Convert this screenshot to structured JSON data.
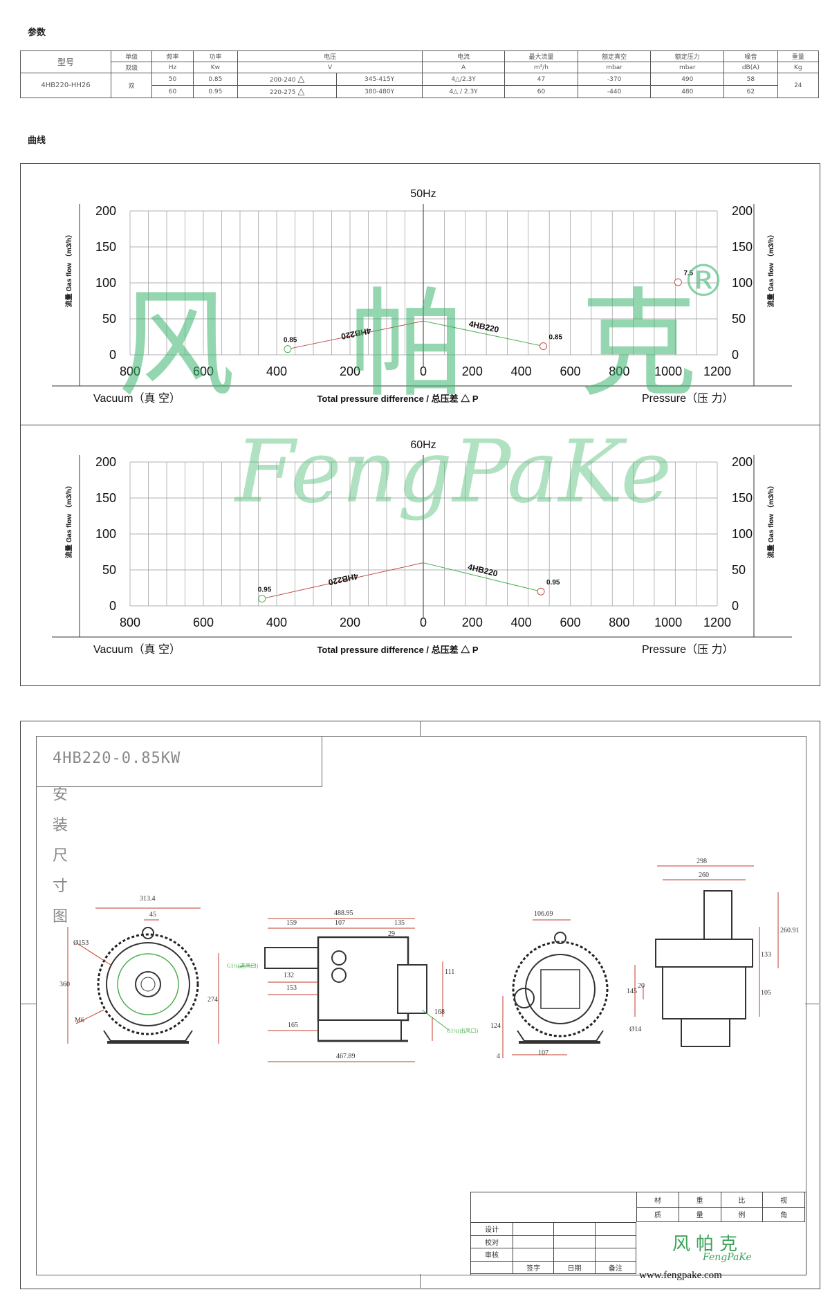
{
  "sections": {
    "params_title": "参数",
    "curve_title": "曲线"
  },
  "spec_table": {
    "model_header": "型号",
    "model": "4HB220-HH26",
    "headers": [
      "单级",
      "频率",
      "功率",
      "电压",
      "电流",
      "最大流量",
      "额定真空",
      "额定压力",
      "噪音",
      "重量"
    ],
    "units": [
      "双级",
      "Hz",
      "Kw",
      "V",
      "A",
      "m³/h",
      "mbar",
      "mbar",
      "dB(A)",
      "Kg"
    ],
    "stage": "双",
    "weight": "24",
    "rows": [
      {
        "hz": "50",
        "kw": "0.85",
        "v1": "200-240",
        "v2": "345-415Y",
        "a": "4△/2.3Y",
        "flow": "47",
        "vac": "-370",
        "press": "490",
        "noise": "58"
      },
      {
        "hz": "60",
        "kw": "0.95",
        "v1": "220-275",
        "v2": "380-480Y",
        "a": "4△ / 2.3Y",
        "flow": "60",
        "vac": "-440",
        "press": "480",
        "noise": "62"
      }
    ]
  },
  "chart_data": [
    {
      "type": "line",
      "title": "50Hz",
      "ylabel": "流量 Gas flow （m3/h）",
      "xlabel": "Total pressure difference / 总压差 △ P",
      "vacuum_label": "Vacuum（真 空）",
      "pressure_label": "Pressure（压 力）",
      "vacuum_ticks": [
        "800",
        "600",
        "400",
        "200",
        "0"
      ],
      "pressure_ticks": [
        "200",
        "400",
        "600",
        "800",
        "1000",
        "1200"
      ],
      "y_ticks": [
        "200",
        "150",
        "100",
        "50",
        "0"
      ],
      "ylim": [
        0,
        200
      ],
      "series": [
        {
          "name": "4HB220",
          "side": "vacuum",
          "color": "#c0504d",
          "points": [
            [
              370,
              8
            ],
            [
              0,
              47
            ]
          ]
        },
        {
          "name": "4HB220",
          "side": "pressure",
          "color": "#4caf50",
          "points": [
            [
              0,
              47
            ],
            [
              490,
              12
            ]
          ]
        }
      ],
      "markers": [
        {
          "side": "vacuum",
          "x": 370,
          "y": 8,
          "label": "0.85",
          "color": "#4caf50"
        },
        {
          "side": "pressure",
          "x": 490,
          "y": 12,
          "label": "0.85",
          "color": "#c0504d"
        },
        {
          "side": "pressure",
          "x": 1040,
          "y": 101,
          "label": "7.5",
          "color": "#c0504d"
        }
      ]
    },
    {
      "type": "line",
      "title": "60Hz",
      "ylabel": "流量 Gas flow （m3/h）",
      "xlabel": "Total pressure difference / 总压差 △ P",
      "vacuum_label": "Vacuum（真 空）",
      "pressure_label": "Pressure（压 力）",
      "vacuum_ticks": [
        "800",
        "600",
        "400",
        "200",
        "0"
      ],
      "pressure_ticks": [
        "200",
        "400",
        "600",
        "800",
        "1000",
        "1200"
      ],
      "y_ticks": [
        "200",
        "150",
        "100",
        "50",
        "0"
      ],
      "ylim": [
        0,
        200
      ],
      "series": [
        {
          "name": "4HB220",
          "side": "vacuum",
          "color": "#c0504d",
          "points": [
            [
              440,
              10
            ],
            [
              0,
              60
            ]
          ]
        },
        {
          "name": "4HB220",
          "side": "pressure",
          "color": "#4caf50",
          "points": [
            [
              0,
              60
            ],
            [
              480,
              20
            ]
          ]
        }
      ],
      "markers": [
        {
          "side": "vacuum",
          "x": 440,
          "y": 10,
          "label": "0.95",
          "color": "#4caf50"
        },
        {
          "side": "pressure",
          "x": 480,
          "y": 20,
          "label": "0.95",
          "color": "#c0504d"
        }
      ]
    }
  ],
  "watermark": {
    "cn": "风 帕 克",
    "en": "FengPaKe",
    "reg": "®"
  },
  "drawing": {
    "title": "4HB220-0.85KW",
    "side_label": "安装尺寸图",
    "dims": {
      "front_w": "313.4",
      "front_45": "45",
      "front_d": "Ø153",
      "front_h": "360",
      "front_274": "274",
      "front_m": "M6",
      "side_total": "488.95",
      "side_159": "159",
      "side_107": "107",
      "side_135": "135",
      "side_29": "29",
      "side_132": "132",
      "side_153": "153",
      "side_165": "165",
      "side_111": "111",
      "side_168": "168",
      "side_bottom": "467.89",
      "g_in": "G1¼(进风口)",
      "g_out": "G1¼(出风口)",
      "back_w": "106.69",
      "back_124": "124",
      "back_4": "4",
      "back_107": "107",
      "top_298": "298",
      "top_260": "260",
      "top_260_91": "260.91",
      "top_133": "133",
      "top_145": "145",
      "top_20": "20",
      "top_105": "105",
      "top_d14": "Ø14"
    },
    "title_block": {
      "r1": [
        "材",
        "重",
        "比",
        "视"
      ],
      "r2": [
        "质",
        "量",
        "例",
        "角"
      ],
      "left_rows": [
        "设计",
        "校对",
        "审核"
      ],
      "bottom": [
        "签字",
        "日期",
        "备注"
      ],
      "logo_cn": "风帕克",
      "logo_en": "FengPaKe",
      "url": "www.fengpake.com"
    }
  }
}
